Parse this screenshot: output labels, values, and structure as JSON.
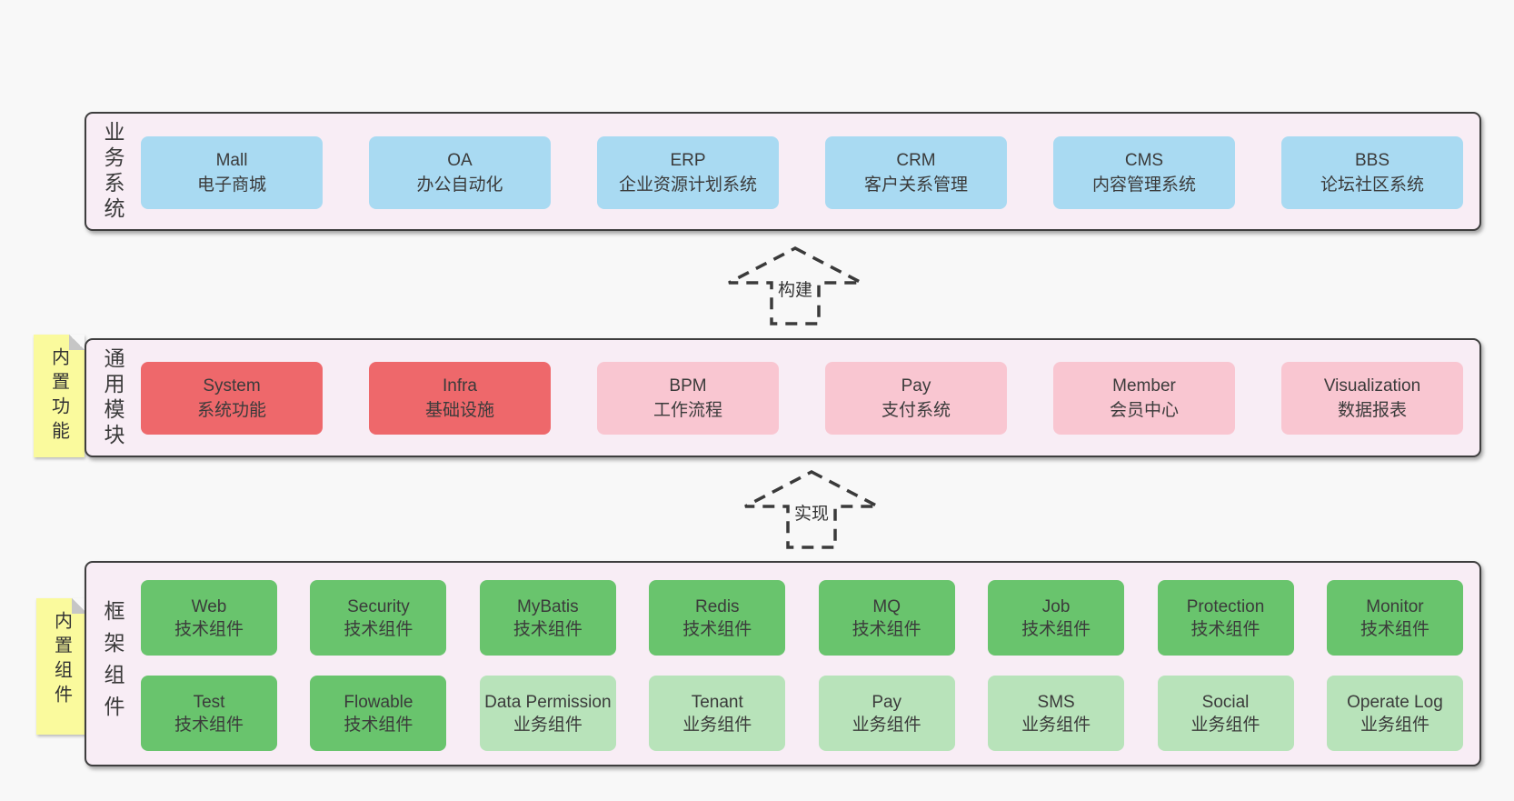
{
  "colors": {
    "page-bg": "#f8f8f8",
    "panel-bg": "#f8edf5",
    "blue": "#a9daf2",
    "red": "#ee686b",
    "pink": "#f9c6d1",
    "green-dark": "#69c46d",
    "green-light": "#b8e3ba",
    "note-yellow": "#fafa9d"
  },
  "arrows": [
    {
      "label": "构建"
    },
    {
      "label": "实现"
    }
  ],
  "panels": [
    {
      "label": "业务系统",
      "boxes": [
        {
          "title": "Mall",
          "subtitle": "电子商城"
        },
        {
          "title": "OA",
          "subtitle": "办公自动化"
        },
        {
          "title": "ERP",
          "subtitle": "企业资源计划系统"
        },
        {
          "title": "CRM",
          "subtitle": "客户关系管理"
        },
        {
          "title": "CMS",
          "subtitle": "内容管理系统"
        },
        {
          "title": "BBS",
          "subtitle": "论坛社区系统"
        }
      ]
    },
    {
      "label": "通用模块",
      "note": "内置功能",
      "boxes": [
        {
          "title": "System",
          "subtitle": "系统功能"
        },
        {
          "title": "Infra",
          "subtitle": "基础设施"
        },
        {
          "title": "BPM",
          "subtitle": "工作流程"
        },
        {
          "title": "Pay",
          "subtitle": "支付系统"
        },
        {
          "title": "Member",
          "subtitle": "会员中心"
        },
        {
          "title": "Visualization",
          "subtitle": "数据报表"
        }
      ]
    },
    {
      "label": "框架组件",
      "note": "内置组件",
      "rows": [
        [
          {
            "title": "Web",
            "subtitle": "技术组件"
          },
          {
            "title": "Security",
            "subtitle": "技术组件"
          },
          {
            "title": "MyBatis",
            "subtitle": "技术组件"
          },
          {
            "title": "Redis",
            "subtitle": "技术组件"
          },
          {
            "title": "MQ",
            "subtitle": "技术组件"
          },
          {
            "title": "Job",
            "subtitle": "技术组件"
          },
          {
            "title": "Protection",
            "subtitle": "技术组件"
          },
          {
            "title": "Monitor",
            "subtitle": "技术组件"
          }
        ],
        [
          {
            "title": "Test",
            "subtitle": "技术组件"
          },
          {
            "title": "Flowable",
            "subtitle": "技术组件"
          },
          {
            "title": "Data Permission",
            "subtitle": "业务组件"
          },
          {
            "title": "Tenant",
            "subtitle": "业务组件"
          },
          {
            "title": "Pay",
            "subtitle": "业务组件"
          },
          {
            "title": "SMS",
            "subtitle": "业务组件"
          },
          {
            "title": "Social",
            "subtitle": "业务组件"
          },
          {
            "title": "Operate Log",
            "subtitle": "业务组件"
          }
        ]
      ]
    }
  ]
}
